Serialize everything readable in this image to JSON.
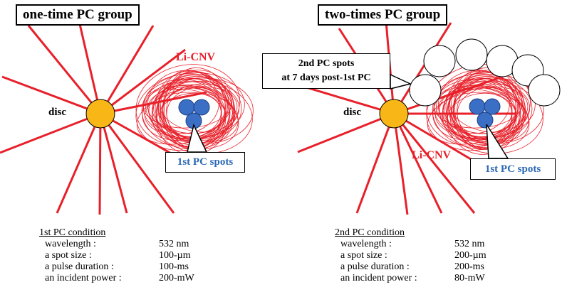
{
  "colors": {
    "ray": "#e8202a",
    "cnv_scribble": "#e8202a",
    "disc_fill": "#f9b717",
    "pc_spot_fill": "#3b6fc6",
    "li_cnv_label": "#e8202a",
    "spots_label": "#2b68b5"
  },
  "left_panel": {
    "title": "one-time PC group",
    "disc_label": "disc",
    "cnv_label": "Li-CNV",
    "spots_label": "1st PC spots",
    "condition": {
      "heading": "1st PC condition",
      "rows": [
        {
          "param": "wavelength :",
          "value": "532 nm"
        },
        {
          "param": "a spot size :",
          "value": "100-µm"
        },
        {
          "param": "a pulse duration :",
          "value": "100-ms"
        },
        {
          "param": "an incident power :",
          "value": "200-mW"
        }
      ]
    }
  },
  "right_panel": {
    "title": "two-times PC group",
    "disc_label": "disc",
    "cnv_label": "Li-CNV",
    "spots_label": "1st PC spots",
    "second_spots_label_line1": "2nd PC spots",
    "second_spots_label_line2": "at 7 days post-1st PC",
    "condition": {
      "heading": "2nd PC condition",
      "rows": [
        {
          "param": "wavelength :",
          "value": "532 nm"
        },
        {
          "param": "a spot size :",
          "value": "200-µm"
        },
        {
          "param": "a pulse duration :",
          "value": "200-ms"
        },
        {
          "param": "an incident power :",
          "value": "80-mW"
        }
      ]
    }
  }
}
